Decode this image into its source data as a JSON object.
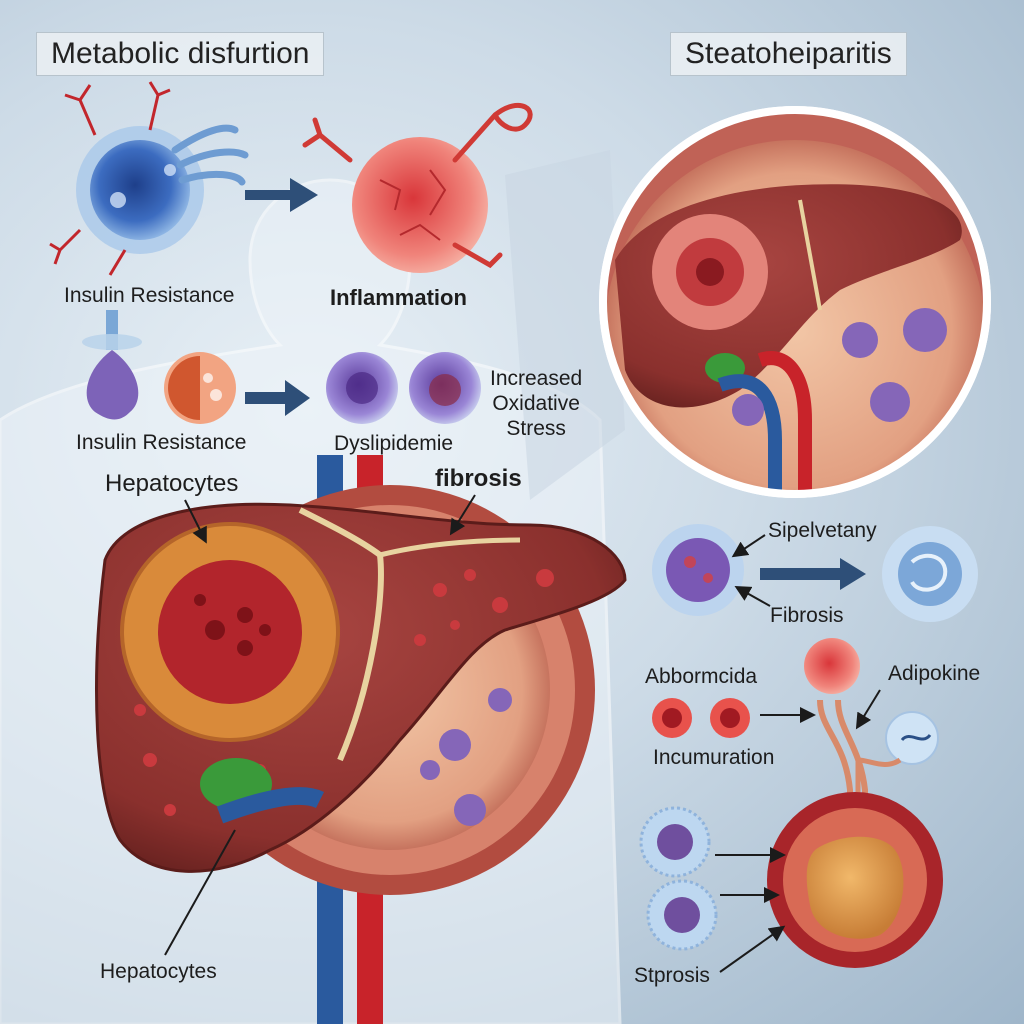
{
  "titles": {
    "left": "Metabolic disfurtion",
    "right": "Steatoheiparitis"
  },
  "labels": {
    "insulin_resistance_1": "Insulin Resistance",
    "inflammation": "Inflammation",
    "insulin_resistance_2": "Insulin Resistance",
    "dyslipidemie": "Dyslipidemie",
    "oxidative_stress": "Increased\nOxidative\nStress",
    "hepatocytes_top": "Hepatocytes",
    "fibrosis_liver": "fibrosis",
    "sipelvetany": "Sipelvetany",
    "fibrosis_cell": "Fibrosis",
    "abbormcida": "Abbormcida",
    "adipokine": "Adipokine",
    "incumuration": "Incumuration",
    "hepatocytes_bottom": "Hepatocytes",
    "stprosis": "Stprosis"
  },
  "colors": {
    "liver": "#8f3431",
    "liver_dark": "#6e2422",
    "artery": "#c8232a",
    "vein": "#2a5a9e",
    "gallbladder": "#3a9a3a",
    "fibrosis_band": "#e6b96a",
    "arrow": "#2e4f78"
  }
}
